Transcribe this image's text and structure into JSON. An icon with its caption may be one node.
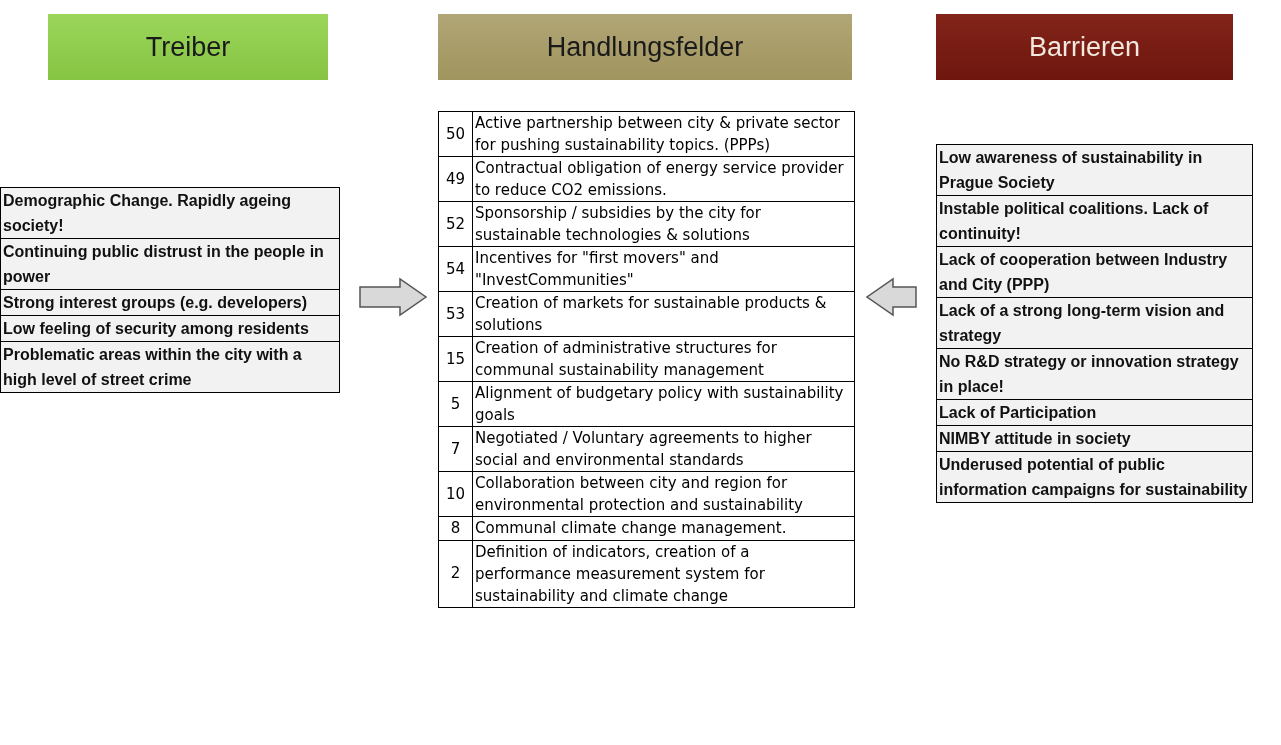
{
  "diagram": {
    "nodes": [
      {
        "text": [
          "Treiber"
        ]
      },
      {
        "text": [
          "Handlungsfelder"
        ]
      },
      {
        "text": [
          "Barrieren"
        ]
      },
      {
        "text": [],
        "shape": "box"
      },
      {
        "text": [
          "Demographic Change. Rapidly ageing society!"
        ],
        "in": 3
      },
      {
        "text": [
          "Continuing public distrust in the people in power"
        ],
        "in": 3
      },
      {
        "text": [
          "Strong interest groups (e.g. developers)"
        ],
        "in": 3
      },
      {
        "text": [
          "Low feeling of security among residents"
        ],
        "in": 3
      },
      {
        "text": [
          "Problematic areas within the city with a high level of street crime"
        ],
        "in": 3
      },
      {
        "text": [],
        "shape": "box"
      },
      {
        "text": [
          "50",
          "Active partnership between city & private sector for pushing sustainability topics. (PPPs)"
        ],
        "in": 9
      },
      {
        "text": [
          "49",
          "Contractual obligation of energy service provider to reduce CO2 emissions."
        ],
        "in": 9
      },
      {
        "text": [
          "52",
          "Sponsorship / subsidies by the city for sustainable technologies & solutions"
        ],
        "in": 9
      },
      {
        "text": [
          "54",
          "Incentives for \"first movers\" and \"InvestCommunities\""
        ],
        "in": 9
      },
      {
        "text": [
          "53",
          "Creation of markets for sustainable products & solutions"
        ],
        "in": 9
      },
      {
        "text": [
          "15",
          "Creation of administrative structures for communal sustainability management"
        ],
        "in": 9
      },
      {
        "text": [
          "5",
          "Alignment of budgetary policy with sustainability goals"
        ],
        "in": 9
      },
      {
        "text": [
          "7",
          "Negotiated / Voluntary agreements to higher social and environmental standards"
        ],
        "in": 9
      },
      {
        "text": [
          "10",
          "Collaboration between city and region for environmental protection and sustainability"
        ],
        "in": 9
      },
      {
        "text": [
          "8",
          "Communal climate change management."
        ],
        "in": 9
      },
      {
        "text": [
          "2",
          "Definition of indicators, creation of a performance measurement system for sustainability and climate change"
        ],
        "in": 9
      },
      {
        "text": [],
        "shape": "box"
      },
      {
        "text": [
          "Low awareness of sustainability in Prague Society"
        ],
        "in": 21
      },
      {
        "text": [
          "Instable political coalitions. Lack of continuity!"
        ],
        "in": 21
      },
      {
        "text": [
          "Lack of cooperation between Industry and City (PPP)"
        ],
        "in": 21
      },
      {
        "text": [
          "Lack of a strong long-term vision and strategy"
        ],
        "in": 21
      },
      {
        "text": [
          "No R&D strategy or innovation strategy in place!"
        ],
        "in": 21
      },
      {
        "text": [
          "Lack of Participation"
        ],
        "in": 21
      },
      {
        "text": [
          "NIMBY attitude in society"
        ],
        "in": 21
      },
      {
        "text": [
          "Underused potential of public information campaigns for sustainability"
        ],
        "in": 21
      }
    ],
    "edges": [
      {
        "from": 3,
        "to": 9,
        "arrow": "to",
        "style": "thick"
      },
      {
        "from": 21,
        "to": 9,
        "arrow": "to",
        "style": "thick"
      }
    ]
  }
}
